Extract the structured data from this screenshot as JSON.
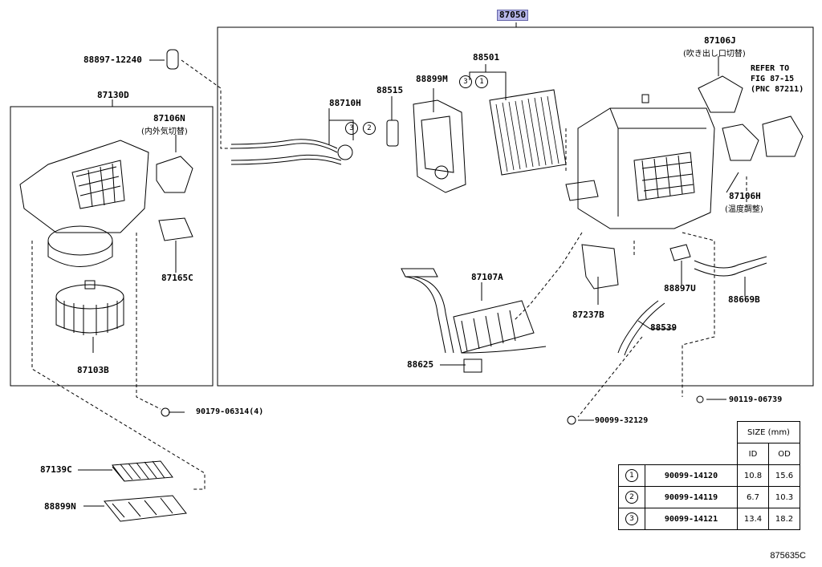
{
  "parts": {
    "assembly": "87050",
    "p88897": "88897-12240",
    "p87130D": "87130D",
    "p87106N": "87106N",
    "p87106N_note": "(内外気切替)",
    "p87165C": "87165C",
    "p87103B": "87103B",
    "p90179": "90179-06314(4)",
    "p87139C": "87139C",
    "p88899N": "88899N",
    "p88710H": "88710H",
    "p88515": "88515",
    "p88899M": "88899M",
    "p88501": "88501",
    "p87106J": "87106J",
    "p87106J_note": "(吹き出し口切替)",
    "refer": "REFER TO",
    "refer2": "FIG 87-15",
    "refer3": "(PNC 87211)",
    "p87106H": "87106H",
    "p87106H_note": "(温度調整)",
    "p87107A": "87107A",
    "p87237B": "87237B",
    "p88897U": "88897U",
    "p88669B": "88669B",
    "p88539": "88539",
    "p88625": "88625",
    "p90119": "90119-06739",
    "p90099": "90099-32129",
    "c1": "1",
    "c2": "2",
    "c3": "3"
  },
  "size_table": {
    "header": "SIZE (mm)",
    "col_id": "ID",
    "col_od": "OD",
    "rows": [
      {
        "mark": "1",
        "part": "90099-14120",
        "id": "10.8",
        "od": "15.6"
      },
      {
        "mark": "2",
        "part": "90099-14119",
        "id": "6.7",
        "od": "10.3"
      },
      {
        "mark": "3",
        "part": "90099-14121",
        "id": "13.4",
        "od": "18.2"
      }
    ]
  },
  "figure_code": "875635C"
}
